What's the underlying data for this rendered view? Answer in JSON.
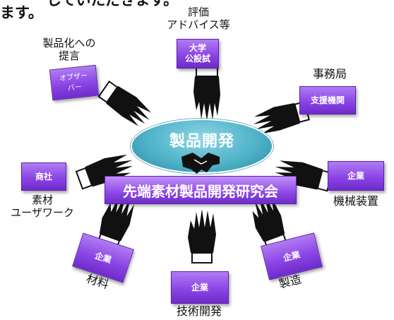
{
  "heading": {
    "line1": "していただきます。",
    "line2": "ます。"
  },
  "center": {
    "ellipse_label": "製品開発",
    "banner_label": "先端素材製品開発研究会",
    "handshake_icon": "handshake-icon"
  },
  "nodes": {
    "university": {
      "caption": "評価\nアドバイス等",
      "box": "大学\n公設試"
    },
    "observer": {
      "caption": "製品化への\n提言",
      "box": "オブザー\nバー"
    },
    "secretariat": {
      "caption": "事務局",
      "box": "支援機関"
    },
    "trading": {
      "caption": "素材\nユーザワーク",
      "box": "商社"
    },
    "machinery": {
      "caption": "機械装置",
      "box": "企業"
    },
    "materials": {
      "caption": "材料",
      "box": "企業"
    },
    "tech": {
      "caption": "技術開発",
      "box": "企業"
    },
    "manufacturing": {
      "caption": "製造",
      "box": "企業"
    }
  },
  "colors": {
    "box_purple": "#8b45e6",
    "ellipse_teal": "#4fb3c9",
    "hand_black": "#111111"
  }
}
